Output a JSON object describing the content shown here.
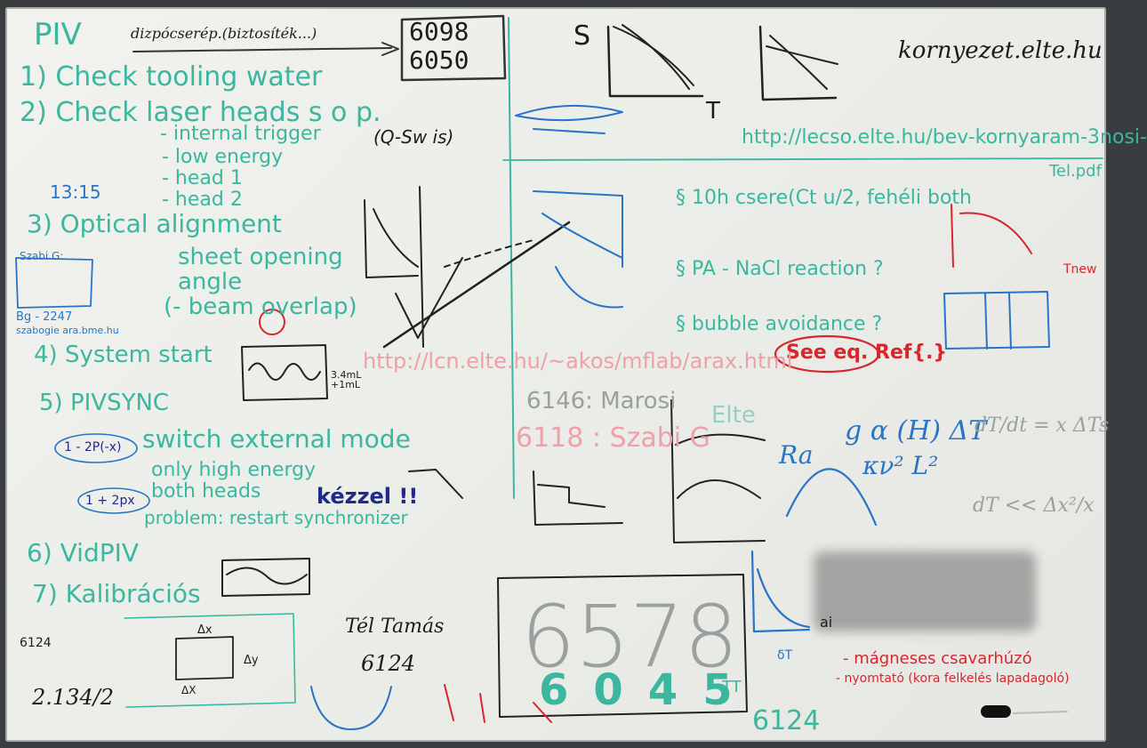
{
  "board": {
    "top_left": {
      "piv": "PIV",
      "dizpo": "dizpócserép.(biztosíték...)",
      "num1": "6098",
      "num2": "6050",
      "step1": "1)  Check  tooling  water",
      "step2": "2)  Check  laser  heads  s o p.",
      "internal": "- internal  trigger",
      "qsw": "(Q-Sw is)",
      "low": "- low energy",
      "head1": "- head 1",
      "time": "13:15",
      "head2": "- head 2",
      "step3": "3) Optical  alignment",
      "sheet": "sheet  opening",
      "angle": "angle",
      "beam": "(- beam  overlap)",
      "szabi": "Szabi G:",
      "bg": "Bg - 2247",
      "email": "szabogie ara.bme.hu",
      "step4": "4)  System  start",
      "step5": "5)  PIVSYNC",
      "switch": "switch  external  mode",
      "only": "only  high  energy",
      "both": "both  heads",
      "problem": "problem: restart  synchronizer",
      "kezzel": "kézzel !!",
      "oneminus": "1 - 2P(-x)",
      "oneplus": "1 + 2px",
      "step6": "6)  VidPIV",
      "step7": "7)  Kalibrációs",
      "n6124a": "6124",
      "n2134": "2.134/2",
      "tel": "Tél Tamás",
      "n6124b": "6124",
      "dy": "Δy",
      "dx": "Δx",
      "dxs": "ΔX",
      "phx": "3.4mL\n+1mL"
    },
    "top_right": {
      "S": "S",
      "T": "T",
      "url1": "kornyezet.elte.hu",
      "url2": "http://lecso.elte.hu/bev-kornyaram-3nosi-",
      "url2b": "Tel.pdf",
      "item1": "§   10h  csere(Ct u/2, fehéli  both",
      "item2": "§     PA  - NaCl  reaction ?",
      "item3": "§     bubble  avoidance ?",
      "seeeq": "See eq. Ref{.}",
      "tnew": "Tnew",
      "url3": "http://lcn.elte.hu/~akos/mflab/arax.html",
      "n6146": "6146: Marosi",
      "n6118": "6118 : Szabi G",
      "elte": "Elte",
      "ra": "Ra",
      "formula_top": "g α (H) ΔT",
      "formula_bot": "κν² L²",
      "dtdt": "dT/dt = x ΔTs",
      "dt2": "dT << Δx²/x",
      "n6578": "6578",
      "n6045": "6045",
      "n6124c": "6124",
      "tt": "TT",
      "magnes": "- mágneses csavarhúzó",
      "nyomtato": "- nyomtató (kora felkelés lapadagoló)",
      "ai": "ai",
      "dt": "δT"
    }
  }
}
